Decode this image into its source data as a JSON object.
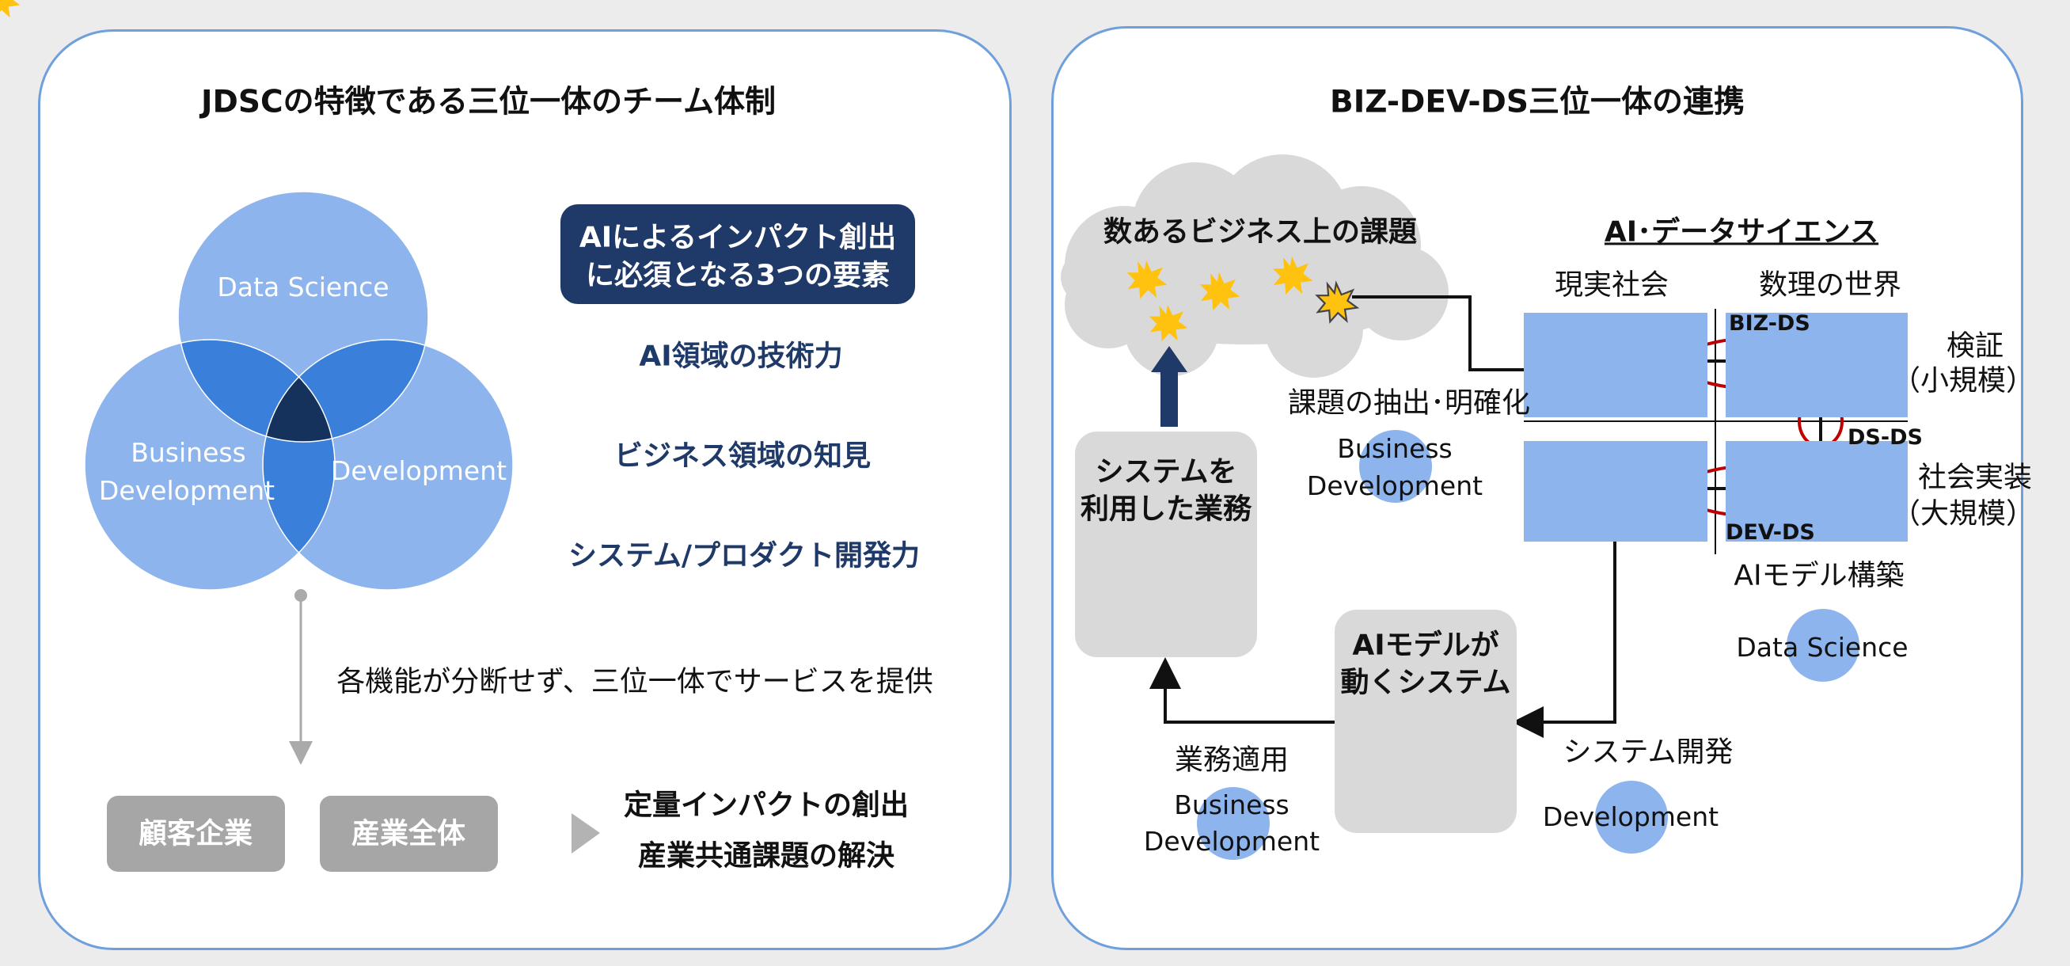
{
  "left": {
    "title": "JDSCの特徴である三位一体のチーム体制",
    "venn": {
      "top": "Data Science",
      "left_line1": "Business",
      "left_line2": "Development",
      "right": "Development"
    },
    "elements_box_line1": "AIによるインパクト創出",
    "elements_box_line2": "に必須となる3つの要素",
    "element1": "AI領域の技術力",
    "element2": "ビジネス領域の知見",
    "element3": "システム/プロダクト開発力",
    "flow_text": "各機能が分断せず、三位一体でサービスを提供",
    "customer_box": "顧客企業",
    "industry_box": "産業全体",
    "result_line1": "定量インパクトの創出",
    "result_line2": "産業共通課題の解決"
  },
  "right": {
    "title": "BIZ-DEV-DS三位一体の連携",
    "cloud_title": "数あるビジネス上の課題",
    "ai_ds_heading": "AI･データサイエンス",
    "real_society": "現実社会",
    "math_world": "数理の世界",
    "biz_ds": "BIZ-DS",
    "ds_ds": "DS-DS",
    "dev_ds": "DEV-DS",
    "verify_line1": "検証",
    "verify_line2": "（小規模）",
    "social_line1": "社会実装",
    "social_line2": "（大規模）",
    "extraction": "課題の抽出･明確化",
    "bd1_line1": "Business",
    "bd1_line2": "Development",
    "system_box_line1": "システムを",
    "system_box_line2": "利用した業務",
    "ai_model_build": "AIモデル構築",
    "ds_label": "Data Science",
    "ai_model_box_line1": "AIモデルが",
    "ai_model_box_line2": "動くシステム",
    "system_dev": "システム開発",
    "dev_label": "Development",
    "business_apply": "業務適用",
    "bd2_line1": "Business",
    "bd2_line2": "Development"
  },
  "colors": {
    "panel_border": "#6fa0dc",
    "venn_light": "#8db4ec",
    "venn_mid": "#3a7fd9",
    "venn_dark": "#15325d",
    "navy": "#1f3a68",
    "grey_box": "#a6a6a6",
    "light_grey_box": "#d9d9d9",
    "red_ellipse": "#c00000",
    "star_yellow": "#ffc20e"
  },
  "icons": [
    "laptop-icon",
    "ai-head-icon",
    "star-burst-icon",
    "up-arrow-icon",
    "play-triangle-icon"
  ]
}
